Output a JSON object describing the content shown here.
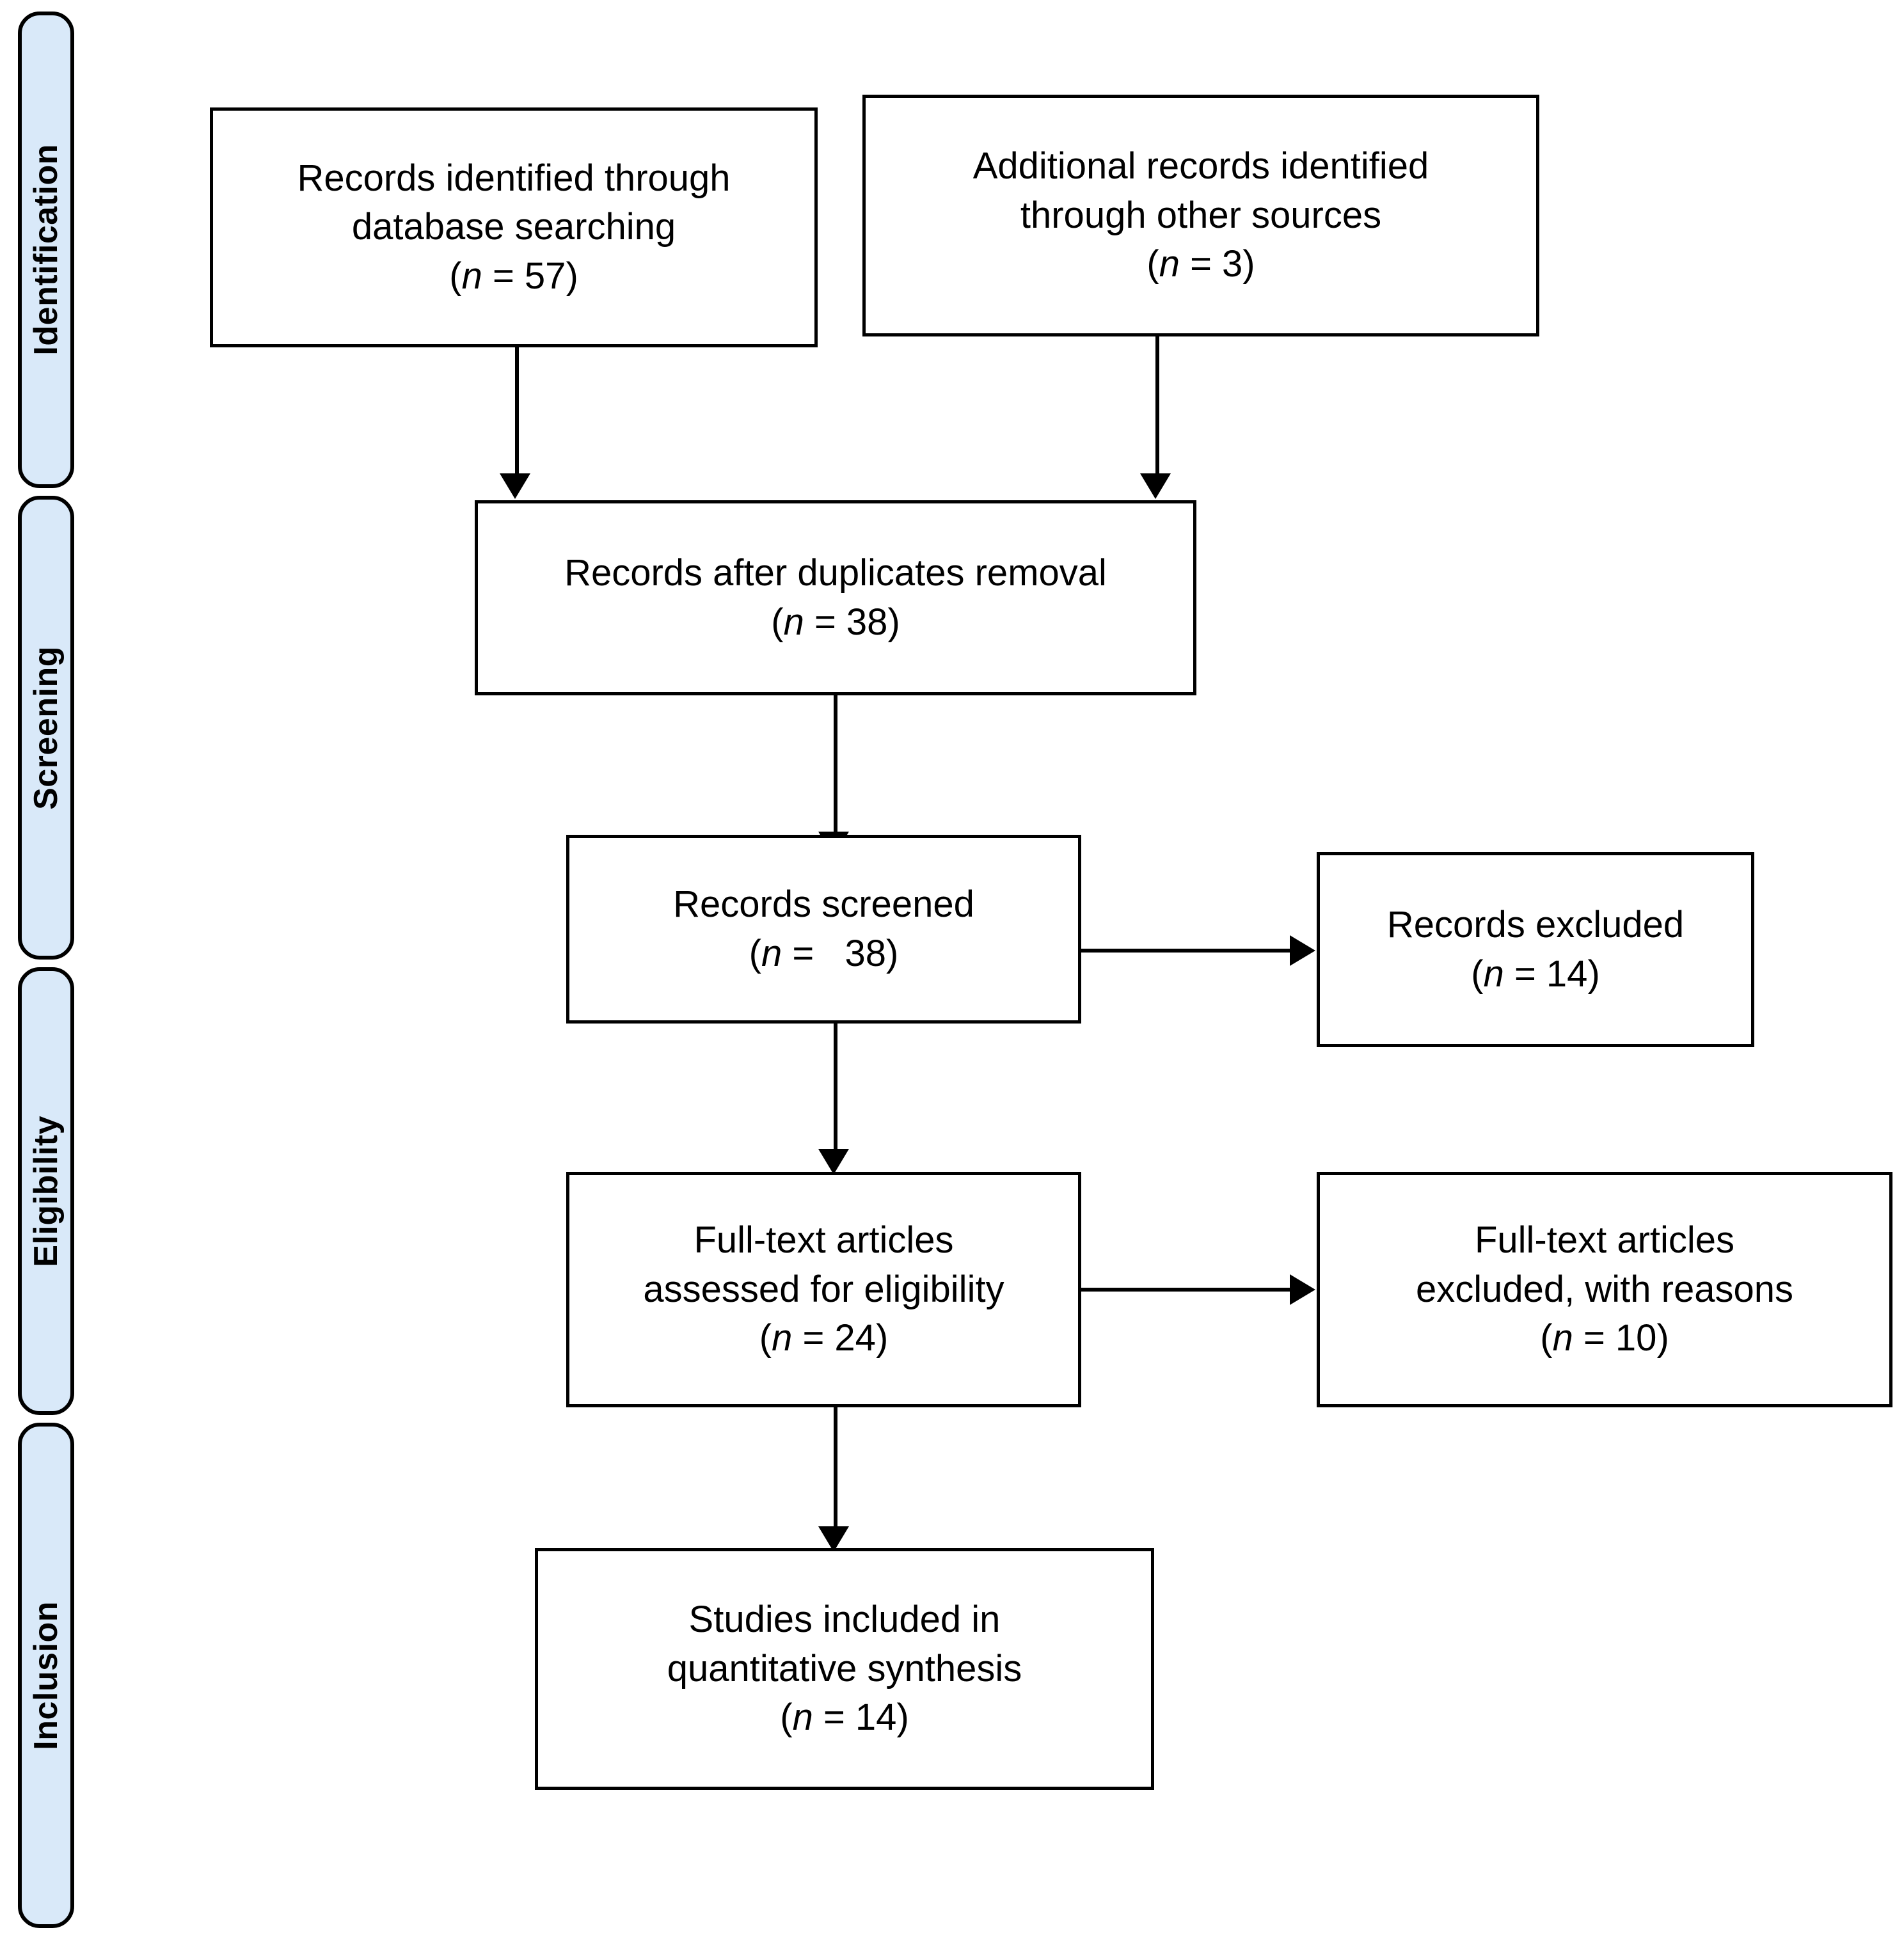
{
  "diagram": {
    "type": "prisma-flow-diagram",
    "accent_color": "#d9e9f9",
    "line_color": "#000000",
    "background_color": "#ffffff"
  },
  "stages": [
    {
      "label": "Identification"
    },
    {
      "label": "Screening"
    },
    {
      "label": "Eligibility"
    },
    {
      "label": "Inclusion"
    }
  ],
  "boxes": {
    "database_search": {
      "line1": "Records identified through",
      "line2": "database searching",
      "count_open": "(",
      "count_n": "n",
      "count_rest": " = 57)"
    },
    "other_sources": {
      "line1": "Additional records identified",
      "line2": "through other sources",
      "count_open": "(",
      "count_n": "n",
      "count_rest": " = 3)"
    },
    "duplicates_removed": {
      "line1": "Records after duplicates removal",
      "count_open": "(",
      "count_n": "n",
      "count_rest": " = 38)"
    },
    "records_screened": {
      "line1": "Records screened",
      "count_open": "(",
      "count_n": "n",
      "count_rest": " =   38)"
    },
    "records_excluded": {
      "line1": "Records excluded",
      "count_open": "(",
      "count_n": "n",
      "count_rest": " = 14)"
    },
    "fulltext_assessed": {
      "line1": "Full-text articles",
      "line2": "assessed for eligibility",
      "count_open": "(",
      "count_n": "n",
      "count_rest": " = 24)"
    },
    "fulltext_excluded": {
      "line1": "Full-text articles",
      "line2": "excluded, with reasons",
      "count_open": "(",
      "count_n": "n",
      "count_rest": " = 10)"
    },
    "studies_included": {
      "line1": "Studies included in",
      "line2": "quantitative synthesis",
      "count_open": "(",
      "count_n": "n",
      "count_rest": " = 14)"
    }
  },
  "chart_data": {
    "type": "diagram",
    "title": "PRISMA flow diagram",
    "nodes": [
      {
        "id": "database_search",
        "stage": "Identification",
        "label": "Records identified through database searching",
        "n": 57
      },
      {
        "id": "other_sources",
        "stage": "Identification",
        "label": "Additional records identified through other sources",
        "n": 3
      },
      {
        "id": "duplicates_removed",
        "stage": "Screening",
        "label": "Records after duplicates removal",
        "n": 38
      },
      {
        "id": "records_screened",
        "stage": "Screening",
        "label": "Records screened",
        "n": 38
      },
      {
        "id": "records_excluded",
        "stage": "Screening",
        "label": "Records excluded",
        "n": 14
      },
      {
        "id": "fulltext_assessed",
        "stage": "Eligibility",
        "label": "Full-text articles assessed for eligibility",
        "n": 24
      },
      {
        "id": "fulltext_excluded",
        "stage": "Eligibility",
        "label": "Full-text articles excluded, with reasons",
        "n": 10
      },
      {
        "id": "studies_included",
        "stage": "Inclusion",
        "label": "Studies included in quantitative synthesis",
        "n": 14
      }
    ],
    "edges": [
      {
        "from": "database_search",
        "to": "duplicates_removed",
        "direction": "down"
      },
      {
        "from": "other_sources",
        "to": "duplicates_removed",
        "direction": "down"
      },
      {
        "from": "duplicates_removed",
        "to": "records_screened",
        "direction": "down"
      },
      {
        "from": "records_screened",
        "to": "records_excluded",
        "direction": "right"
      },
      {
        "from": "records_screened",
        "to": "fulltext_assessed",
        "direction": "down"
      },
      {
        "from": "fulltext_assessed",
        "to": "fulltext_excluded",
        "direction": "right"
      },
      {
        "from": "fulltext_assessed",
        "to": "studies_included",
        "direction": "down"
      }
    ]
  }
}
